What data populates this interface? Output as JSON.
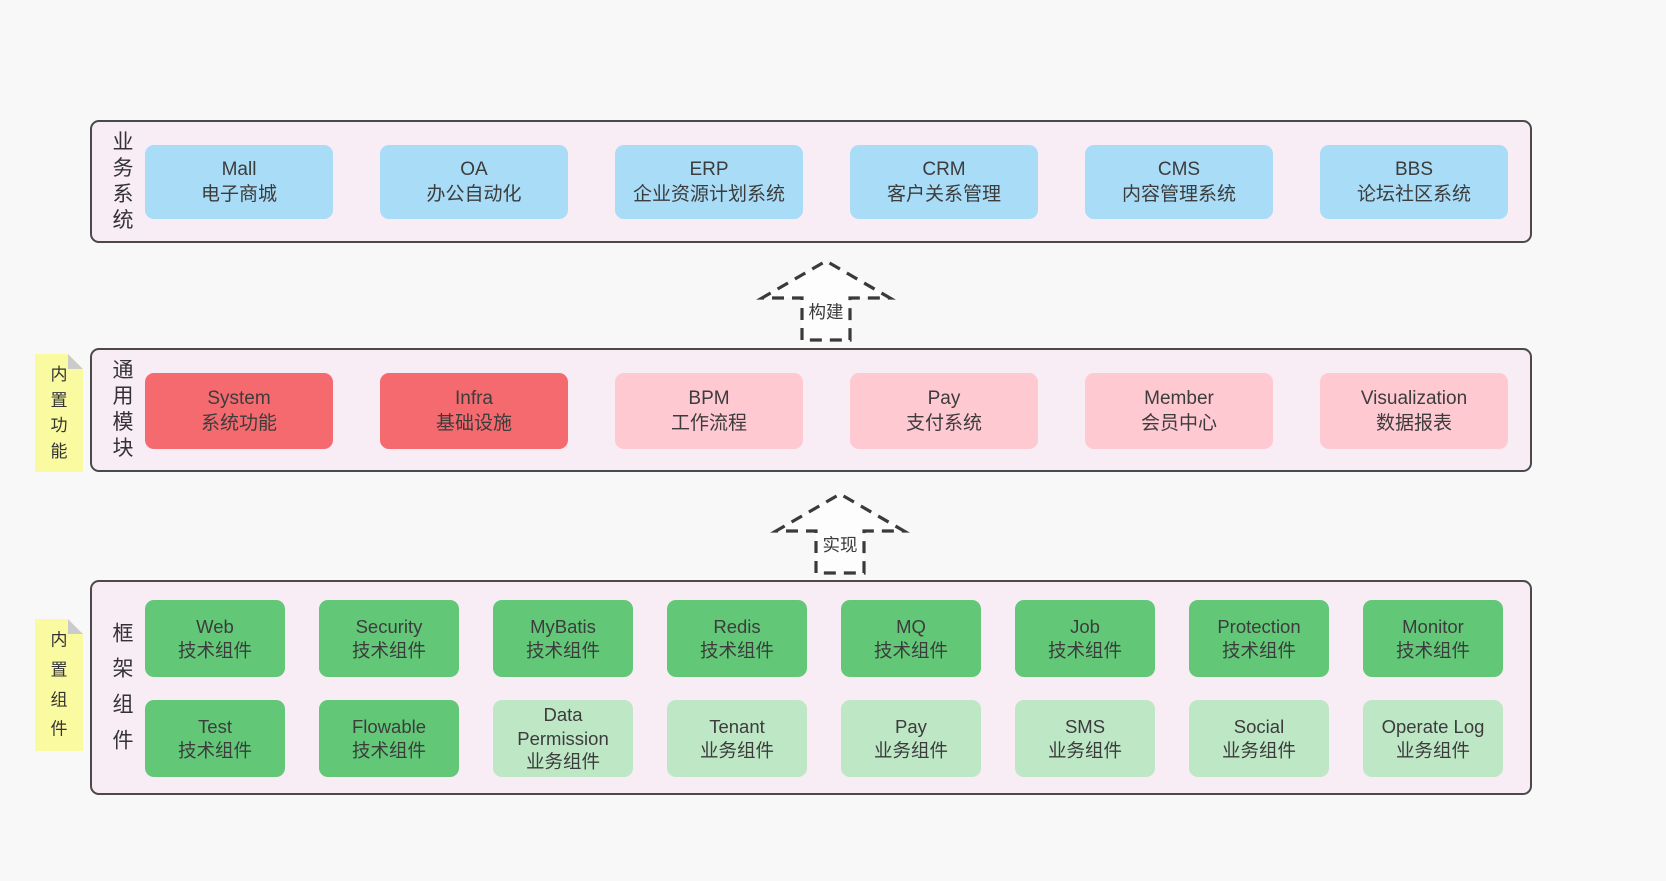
{
  "business": {
    "label": "业务系统",
    "boxes": [
      {
        "title": "Mall",
        "subtitle": "电子商城",
        "variant": "blue"
      },
      {
        "title": "OA",
        "subtitle": "办公自动化",
        "variant": "blue"
      },
      {
        "title": "ERP",
        "subtitle": "企业资源计划系统",
        "variant": "blue"
      },
      {
        "title": "CRM",
        "subtitle": "客户关系管理",
        "variant": "blue"
      },
      {
        "title": "CMS",
        "subtitle": "内容管理系统",
        "variant": "blue"
      },
      {
        "title": "BBS",
        "subtitle": "论坛社区系统",
        "variant": "blue"
      }
    ]
  },
  "arrows": {
    "build": "构建",
    "implement": "实现"
  },
  "modules": {
    "label": "通用模块",
    "note": "内置功能",
    "boxes": [
      {
        "title": "System",
        "subtitle": "系统功能",
        "variant": "red"
      },
      {
        "title": "Infra",
        "subtitle": "基础设施",
        "variant": "red"
      },
      {
        "title": "BPM",
        "subtitle": "工作流程",
        "variant": "pink"
      },
      {
        "title": "Pay",
        "subtitle": "支付系统",
        "variant": "pink"
      },
      {
        "title": "Member",
        "subtitle": "会员中心",
        "variant": "pink"
      },
      {
        "title": "Visualization",
        "subtitle": "数据报表",
        "variant": "pink"
      }
    ]
  },
  "framework": {
    "label": "框架组件",
    "note": "内置组件",
    "row1": [
      {
        "title": "Web",
        "subtitle": "技术组件",
        "variant": "green"
      },
      {
        "title": "Security",
        "subtitle": "技术组件",
        "variant": "green"
      },
      {
        "title": "MyBatis",
        "subtitle": "技术组件",
        "variant": "green"
      },
      {
        "title": "Redis",
        "subtitle": "技术组件",
        "variant": "green"
      },
      {
        "title": "MQ",
        "subtitle": "技术组件",
        "variant": "green"
      },
      {
        "title": "Job",
        "subtitle": "技术组件",
        "variant": "green"
      },
      {
        "title": "Protection",
        "subtitle": "技术组件",
        "variant": "green"
      },
      {
        "title": "Monitor",
        "subtitle": "技术组件",
        "variant": "green"
      }
    ],
    "row2": [
      {
        "title": "Test",
        "subtitle": "技术组件",
        "variant": "green"
      },
      {
        "title": "Flowable",
        "subtitle": "技术组件",
        "variant": "green"
      },
      {
        "title": "Data Permission",
        "subtitle": "业务组件",
        "variant": "lightgreen"
      },
      {
        "title": "Tenant",
        "subtitle": "业务组件",
        "variant": "lightgreen"
      },
      {
        "title": "Pay",
        "subtitle": "业务组件",
        "variant": "lightgreen"
      },
      {
        "title": "SMS",
        "subtitle": "业务组件",
        "variant": "lightgreen"
      },
      {
        "title": "Social",
        "subtitle": "业务组件",
        "variant": "lightgreen"
      },
      {
        "title": "Operate Log",
        "subtitle": "业务组件",
        "variant": "lightgreen"
      }
    ]
  },
  "colors": {
    "canvas_bg": "#F8F8F8",
    "container_bg": "#F8ECF5",
    "container_border": "#4A4A4A",
    "business_box": "#A9DCF6",
    "core_module_box": "#F56A6F",
    "optional_module_box": "#FFC9D2",
    "tech_component_box": "#62C878",
    "biz_component_box": "#BEE7C6",
    "note_bg": "#FAFAA0",
    "note_fold": "#CBCBCB",
    "text": "#3C3C3C"
  }
}
